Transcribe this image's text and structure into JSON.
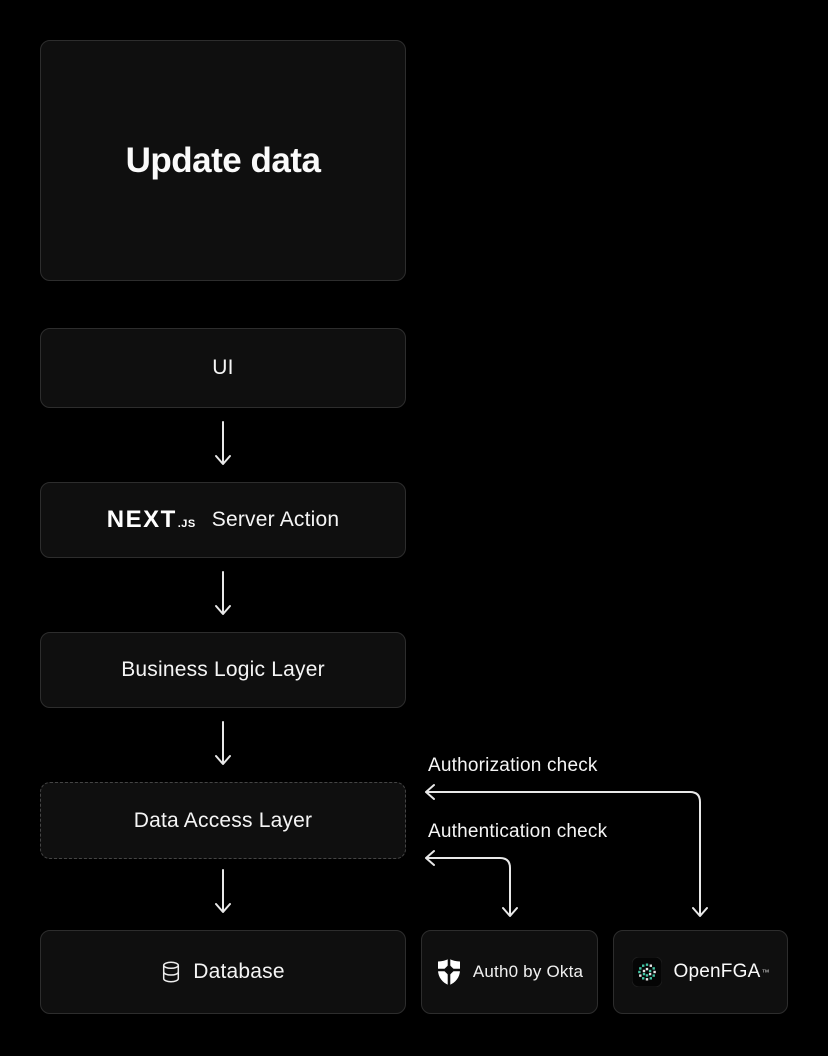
{
  "flow": {
    "update_data": {
      "label": "Update data"
    },
    "ui": {
      "label": "UI"
    },
    "server_action": {
      "brand": "NEXT",
      "brand_suffix": ".JS",
      "label": "Server Action"
    },
    "business_logic": {
      "label": "Business Logic Layer"
    },
    "data_access": {
      "label": "Data Access Layer"
    },
    "database": {
      "label": "Database"
    },
    "auth0": {
      "label": "Auth0 by Okta"
    },
    "openfga": {
      "label": "OpenFGA",
      "trademark": "™"
    }
  },
  "annotations": {
    "authorization_check": "Authorization check",
    "authentication_check": "Authentication check"
  },
  "icons": {
    "database": "database-cylinder-icon",
    "auth0": "auth0-shield-icon",
    "openfga": "openfga-dots-icon"
  },
  "colors": {
    "background": "#000000",
    "node_background": "#0f0f0f",
    "node_border": "#2d2d2d",
    "dashed_border": "#454545",
    "text": "#f5f5f5",
    "arrow": "#e8e8e8",
    "openfga_teal": "#41c3a3"
  }
}
